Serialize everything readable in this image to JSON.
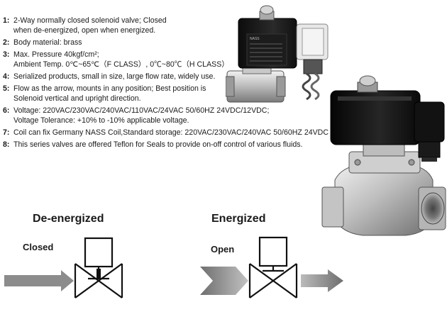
{
  "specs": [
    {
      "num": "1:",
      "lines": [
        "2-Way normally closed solenoid valve; Closed",
        "when de-energized, open when energized."
      ]
    },
    {
      "num": "2:",
      "lines": [
        "Body material: brass"
      ]
    },
    {
      "num": "3:",
      "lines": [
        "Max. Pressure 40kgf/cm²;",
        "Ambient Temp. 0℃~65℃（F CLASS）, 0℃~80℃（H CLASS）"
      ]
    },
    {
      "num": "4:",
      "lines": [
        "Serialized products, small in size, large flow rate, widely use."
      ]
    },
    {
      "num": "5:",
      "lines": [
        "Flow as the arrow, mounts in any position; Best position is",
        "Solenoid vertical and upright direction."
      ]
    },
    {
      "num": "6:",
      "lines": [
        "Voltage: 220VAC/230VAC/240VAC/110VAC/24VAC 50/60HZ 24VDC/12VDC;",
        "Voltage Tolerance: +10% to -10% applicable voltage."
      ]
    },
    {
      "num": "7:",
      "lines": [
        "Coil can fix Germany NASS Coil,Standard storage: 220VAC/230VAC/240VAC 50/60HZ   24VDC"
      ]
    },
    {
      "num": "8:",
      "lines": [
        "This series valves are offered Teflon for Seals to provide on-off control of various fluids."
      ]
    }
  ],
  "diagram": {
    "deenergized_title": "De-energized",
    "deenergized_state": "Closed",
    "energized_title": "Energized",
    "energized_state": "Open"
  },
  "colors": {
    "text": "#1a1a1a",
    "arrow_dark": "#6e6e6e",
    "arrow_light": "#cfcfcf"
  }
}
